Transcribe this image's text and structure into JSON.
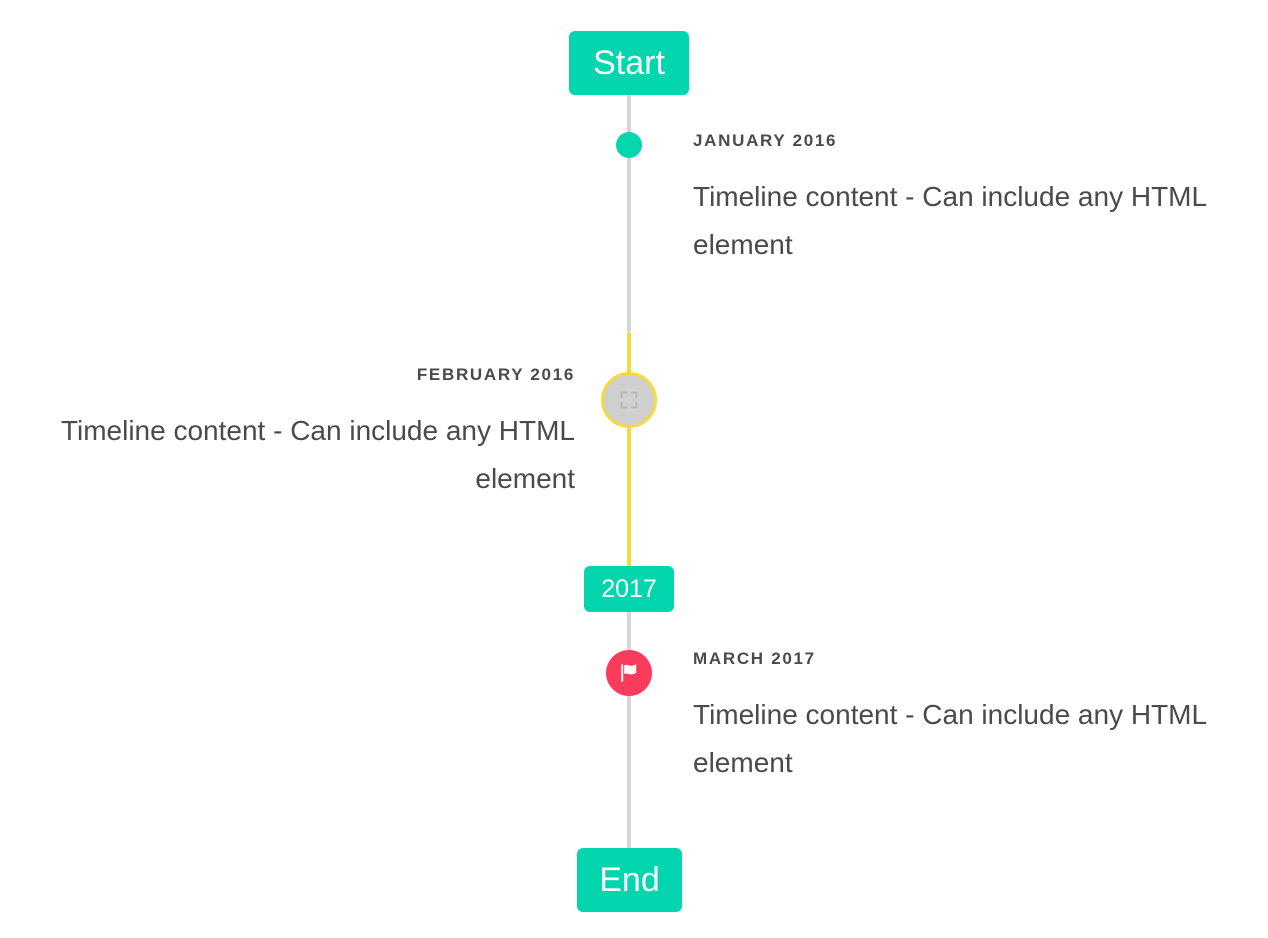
{
  "colors": {
    "accent_teal": "#03d5ae",
    "accent_yellow": "#f7d842",
    "accent_pink": "#fb3b5c",
    "line_gray": "#d5d5d5",
    "marker_gray": "#cfcfcf",
    "text": "#4a4a4a"
  },
  "caps": {
    "start": "Start",
    "middle": "2017",
    "end": "End"
  },
  "events": [
    {
      "date": "January 2016",
      "body": "Timeline content - Can include any HTML element",
      "side": "right",
      "marker": "dot-icon"
    },
    {
      "date": "February 2016",
      "body": "Timeline content - Can include any HTML element",
      "side": "left",
      "marker": "broken-image-icon"
    },
    {
      "date": "March 2017",
      "body": "Timeline content - Can include any HTML element",
      "side": "right",
      "marker": "flag-icon"
    }
  ]
}
